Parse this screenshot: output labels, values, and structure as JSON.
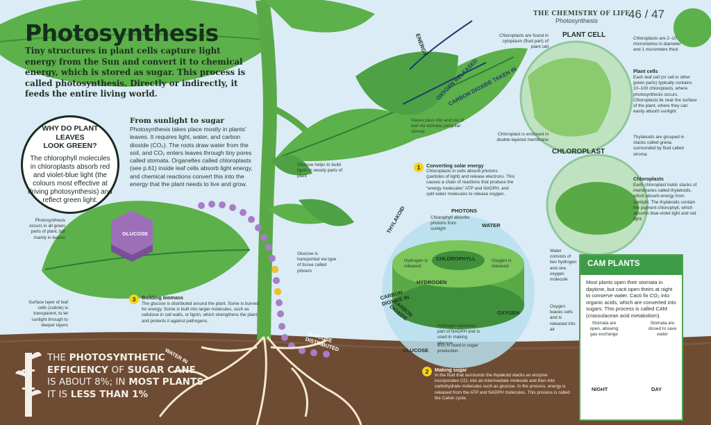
{
  "header": {
    "section": "THE CHEMISTRY OF LIFE",
    "subsection": "Photosynthesis",
    "pages": "46 / 47"
  },
  "title": "Photosynthesis",
  "intro": "Tiny structures in plant cells capture light energy from the Sun and convert it to chemical energy, which is stored as sugar. This process is called photosynthesis. Directly or indirectly, it feeds the entire living world.",
  "why_green": {
    "heading_lines": [
      "WHY DO PLANT",
      "LEAVES",
      "LOOK GREEN?"
    ],
    "text": "The chlorophyll molecules in chloroplasts absorb red and violet-blue light (the colours most effective at driving photosynthesis) and reflect green light."
  },
  "sunlight": {
    "heading": "From sunlight to sugar",
    "text": "Photosynthesis takes place mostly in plants' leaves. It requires light, water, and carbon dioxide (CO₂). The roots draw water from the soil, and CO₂ enters leaves through tiny pores called stomata. Organelles called chloroplasts (see p.61) inside leaf cells absorb light energy, and chemical reactions convert this into the energy that the plant needs to live and grow."
  },
  "labels": {
    "photosynthesis_occurs": "Photosynthesis occurs in all green parts of plant, but mainly in leaves",
    "glucose": "GLUCOSE",
    "cuticle": "Surface layer of leaf cells (cuticle) is transparent, to let sunlight through to deeper layers",
    "lignin": "Glucose helps to build lignin in woody parts of plant",
    "phloem": "Glucose is transported via type of tissue called phloem",
    "stomata": "Gases pass into and out of leaf via stomata (singular: stoma)",
    "chloroplasts_found": "Chloroplasts are found in cytoplasm (fluid part) of plant cell",
    "chloroplast_enclosed": "Chloroplast is enclosed in double-layered membrane",
    "energy": "ENERGY",
    "oxygen_released": "OXYGEN RELEASED",
    "co2_taken": "CARBON DIOXIDE TAKEN IN",
    "plant_cell": "PLANT CELL",
    "chloroplast": "CHLOROPLAST",
    "thylakoid": "THYLAKOID",
    "photons": "PHOTONS",
    "water": "WATER",
    "chlorophyll": "CHLOROPHYLL",
    "hydrogen": "HYDROGEN",
    "oxygen": "OXYGEN",
    "carbon_dioxide_in": "CARBON DIOXIDE IN",
    "carbon_dioxide": "CARBON DIOXIDE",
    "glucose_small": "GLUCOSE",
    "glucose_distributed": "GLUCOSE DISTRIBUTED",
    "water_in": "WATER IN",
    "chlorophyll_absorbs": "Chlorophyll absorbs photons from sunlight",
    "hydrogen_released": "Hydrogen is released",
    "oxygen_is_released": "Oxygen is released",
    "water_consists": "Water consists of two hydrogen and one oxygen molecule",
    "oxygen_leaves": "Oxygen leaves cells and is released into air",
    "hydrogen_becomes": "Hydrogen becomes part of NADPH and is used in making glucose",
    "co2_sugar": "CO₂ is used in sugar production",
    "night": "NIGHT",
    "day": "DAY",
    "stomata_open": "Stomata are open, allowing gas exchange",
    "stomata_closed": "Stomata are closed to save water"
  },
  "right_notes": {
    "size": "Chloroplasts are 2–10 micrometres in diameter and 1 micrometre thick",
    "cells_title": "Plant cells",
    "cells": "Each leaf cell (or cell in other green parts) typically contains 10–100 chloroplasts, where photosynthesis occurs. Chloroplasts lie near the surface of the plant, where they can easily absorb sunlight.",
    "thylakoids": "Thylakoids are grouped in stacks called grana, surrounded by fluid called stroma",
    "chloroplasts_title": "Chloroplasts",
    "chloroplasts": "Each chloroplast holds stacks of membranes called thylakoids, which absorb energy from sunlight. The thylakoids contain the pigment chlorophyll, which absorbs blue-violet light and red light."
  },
  "steps": [
    {
      "num": "1",
      "title": "Converting solar energy",
      "text": "Chloroplasts in cells absorb photons (particles of light) and release electrons. This causes a chain of reactions that produce the \"energy molecules\" ATP and NADPH, and split water molecules to release oxygen."
    },
    {
      "num": "2",
      "title": "Making sugar",
      "text": "In the fluid that surrounds the thylakoid stacks an enzyme incorporates CO₂ into an intermediate molecule and then into carbohydrate molecules such as glucose. In the process, energy is released from the ATP and NADPH molecules. This process is called the Calvin cycle."
    },
    {
      "num": "3",
      "title": "Building biomass",
      "text": "The glucose is distributed around the plant. Some is burned for energy. Some is built into larger molecules, such as cellulose in cell walls, or lignin, which strengthens the plant and protects it against pathogens."
    }
  ],
  "cam": {
    "title": "CAM PLANTS",
    "text": "Most plants open their stomata in daytime, but cacti open theirs at night to conserve water. Cacti fix CO₂ into organic acids, which are converted into sugars. This process is called CAM (crassulacean acid metabolism)."
  },
  "efficiency": {
    "a": "THE",
    "b": "PHOTOSYNTHETIC",
    "c": "EFFICIENCY",
    "d": "OF",
    "e": "SUGAR CANE",
    "f": "IS ABOUT 8%; IN",
    "g": "MOST PLANTS",
    "h": "IT IS",
    "i": "LESS THAN 1%"
  },
  "colors": {
    "leaf": "#5fb34a",
    "leaf_dark": "#2f7c35",
    "soil": "#6b4a32",
    "sky": "#dbecf6",
    "accent_yellow": "#f4d21c",
    "glucose": "#9c6fb8"
  }
}
